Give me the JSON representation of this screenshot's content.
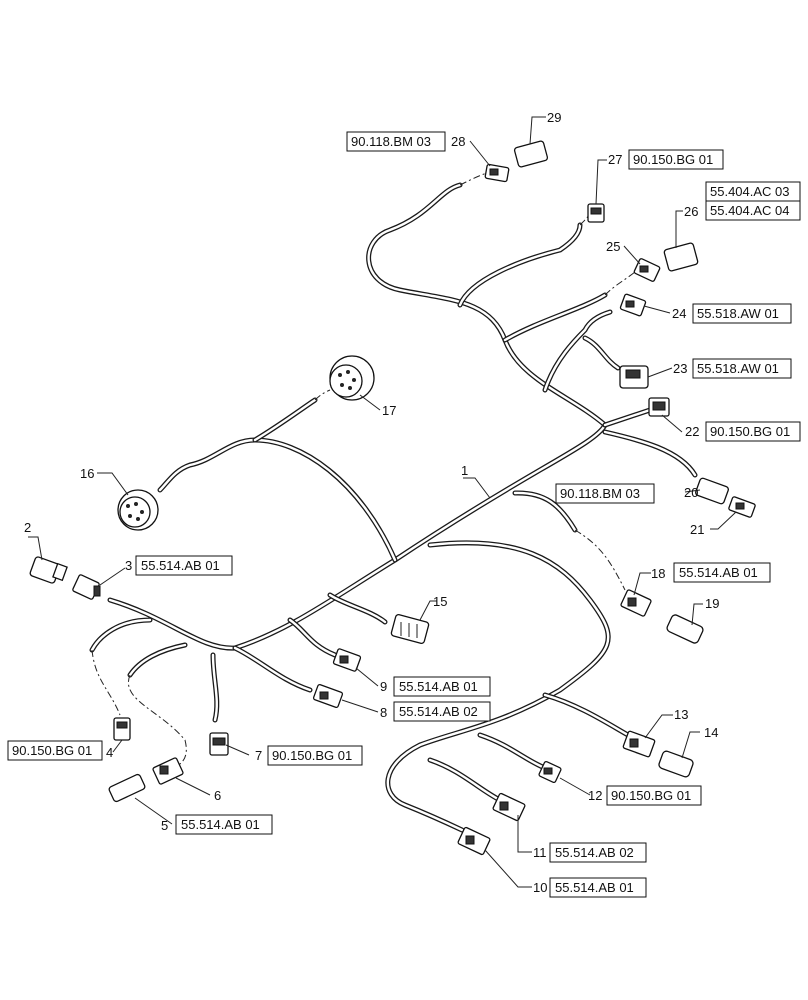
{
  "callouts": [
    "1",
    "2",
    "3",
    "4",
    "5",
    "6",
    "7",
    "8",
    "9",
    "10",
    "11",
    "12",
    "13",
    "14",
    "15",
    "16",
    "17",
    "18",
    "19",
    "20",
    "21",
    "22",
    "23",
    "24",
    "25",
    "26",
    "27",
    "28",
    "29"
  ],
  "references": {
    "r3": "55.514.AB 01",
    "r4": "90.150.BG 01",
    "r5": "55.514.AB 01",
    "r7": "90.150.BG 01",
    "r8": "55.514.AB 02",
    "r9": "55.514.AB 01",
    "r10": "55.514.AB 01",
    "r11": "55.514.AB 02",
    "r12": "90.150.BG 01",
    "r18": "55.514.AB 01",
    "r20": "90.118.BM 03",
    "r22": "90.150.BG 01",
    "r23": "55.518.AW 01",
    "r24": "55.518.AW 01",
    "r26a": "55.404.AC 03",
    "r26b": "55.404.AC 04",
    "r27": "90.150.BG 01",
    "r28": "90.118.BM 03"
  }
}
